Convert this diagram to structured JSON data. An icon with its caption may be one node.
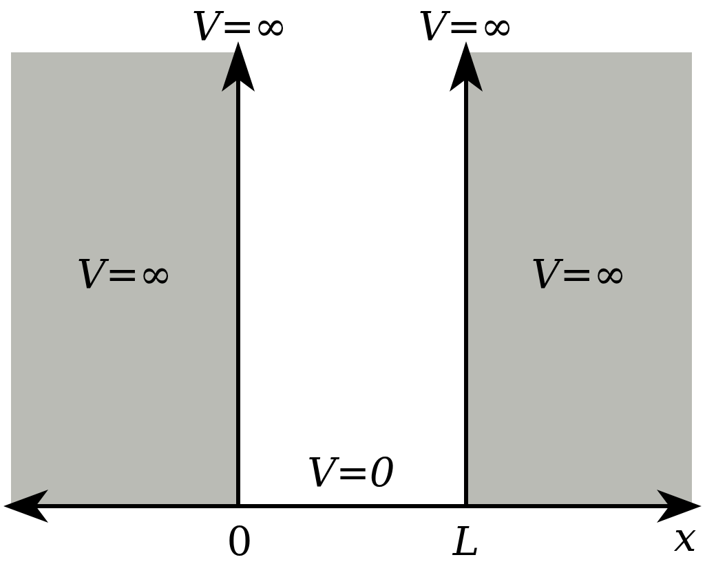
{
  "diagram": {
    "nodes": [
      {
        "text": [
          "*V*=∞"
        ]
      },
      {
        "text": [
          "*V*=∞"
        ]
      }
    ],
    "labels": [
      "*V*=∞",
      "*V*=∞",
      "V=0",
      "0",
      "L",
      "x"
    ]
  }
}
